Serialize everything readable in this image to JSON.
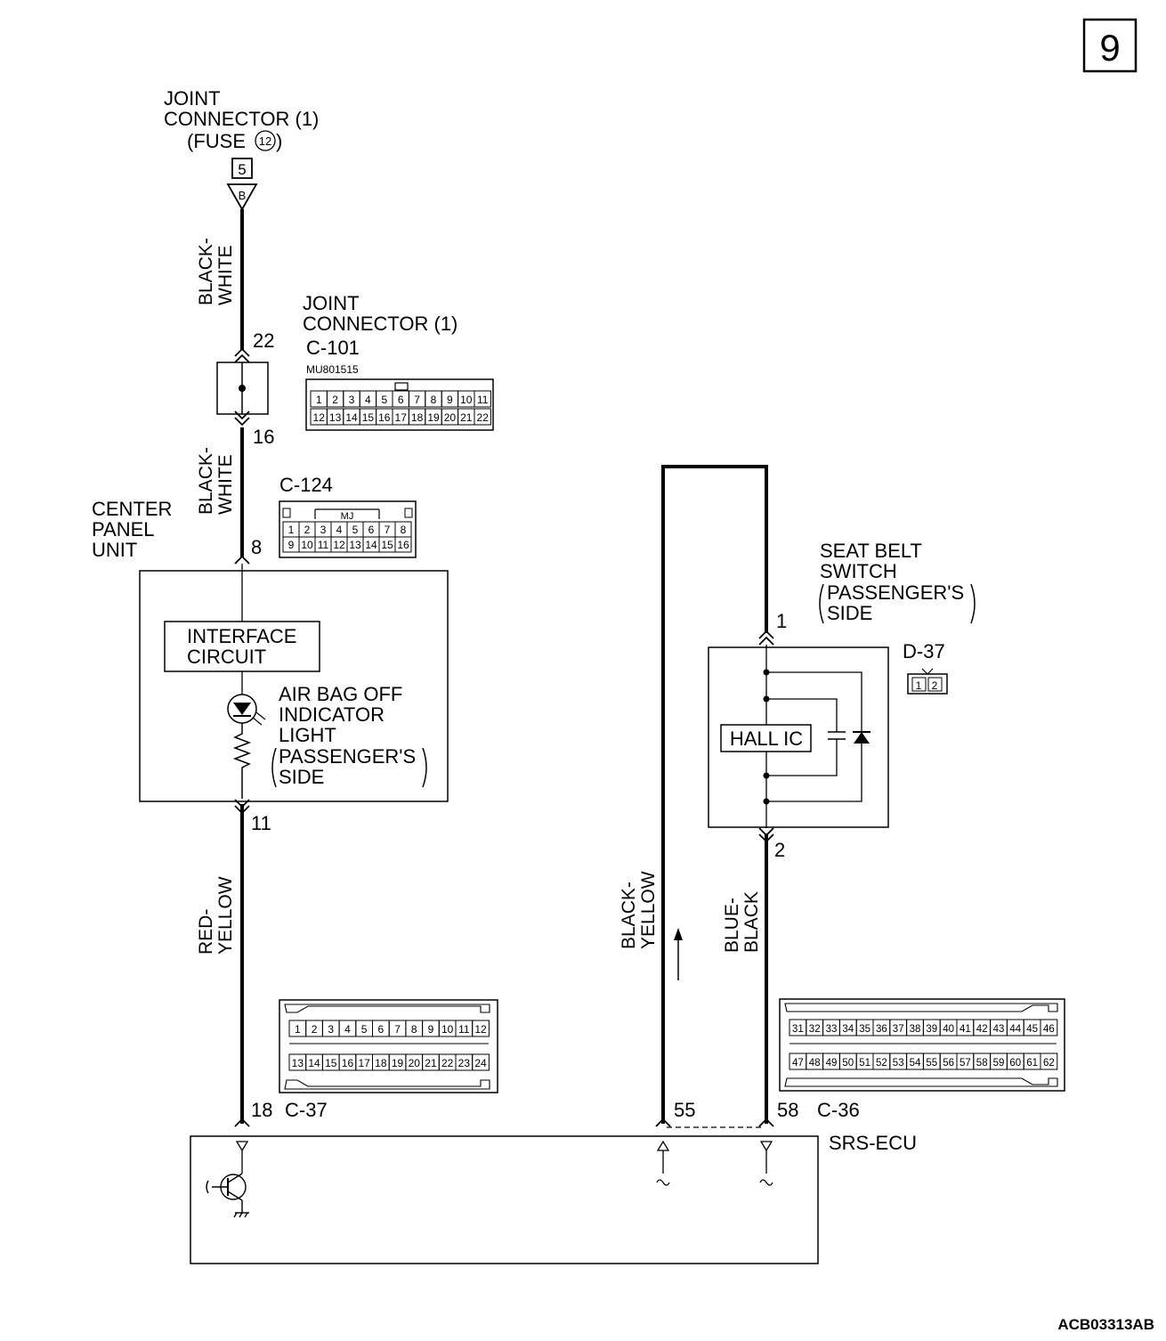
{
  "page_badge": "9",
  "figure_code": "ACB03313AB",
  "joint_connector_top": {
    "line1": "JOINT",
    "line2": "CONNECTOR (1)",
    "line3_prefix": "(FUSE ",
    "fuse_number": "12",
    "line3_suffix": ")",
    "terminal_box": "5",
    "terminal_tri": "B"
  },
  "joint_connector_c101": {
    "line1": "JOINT",
    "line2": "CONNECTOR (1)",
    "id": "C-101",
    "part_no": "MU801515",
    "pins_top": [
      "1",
      "2",
      "3",
      "4",
      "5",
      "6",
      "7",
      "8",
      "9",
      "10",
      "11"
    ],
    "pins_bottom": [
      "12",
      "13",
      "14",
      "15",
      "16",
      "17",
      "18",
      "19",
      "20",
      "21",
      "22"
    ]
  },
  "connector_c124": {
    "id": "C-124",
    "mark": "MJ",
    "pins_top": [
      "1",
      "2",
      "3",
      "4",
      "5",
      "6",
      "7",
      "8"
    ],
    "pins_bottom": [
      "9",
      "10",
      "11",
      "12",
      "13",
      "14",
      "15",
      "16"
    ]
  },
  "connector_c37": {
    "id": "C-37",
    "pins_top": [
      "1",
      "2",
      "3",
      "4",
      "5",
      "6",
      "7",
      "8",
      "9",
      "10",
      "11",
      "12"
    ],
    "pins_bottom": [
      "13",
      "14",
      "15",
      "16",
      "17",
      "18",
      "19",
      "20",
      "21",
      "22",
      "23",
      "24"
    ]
  },
  "connector_c36": {
    "id": "C-36",
    "pins_top": [
      "31",
      "32",
      "33",
      "34",
      "35",
      "36",
      "37",
      "38",
      "39",
      "40",
      "41",
      "42",
      "43",
      "44",
      "45",
      "46"
    ],
    "pins_bottom": [
      "47",
      "48",
      "49",
      "50",
      "51",
      "52",
      "53",
      "54",
      "55",
      "56",
      "57",
      "58",
      "59",
      "60",
      "61",
      "62"
    ]
  },
  "connector_d37": {
    "id": "D-37",
    "pins": [
      "1",
      "2"
    ]
  },
  "wires": {
    "top_wire": [
      "BLACK-",
      "WHITE"
    ],
    "mid_wire": [
      "BLACK-",
      "WHITE"
    ],
    "left_lower": [
      "RED-",
      "YELLOW"
    ],
    "mid_lower": [
      "BLACK-",
      "YELLOW"
    ],
    "right_lower": [
      "BLUE-",
      "BLACK"
    ]
  },
  "pin_numbers": {
    "p22": "22",
    "p16": "16",
    "p8": "8",
    "p11": "11",
    "p18": "18",
    "p1": "1",
    "p2": "2",
    "p55": "55",
    "p58": "58"
  },
  "center_panel_unit": {
    "line1": "CENTER",
    "line2": "PANEL",
    "line3": "UNIT",
    "interface_circuit": [
      "INTERFACE",
      "CIRCUIT"
    ],
    "airbag_label": [
      "AIR BAG OFF",
      "INDICATOR",
      "LIGHT",
      "PASSENGER'S",
      "SIDE"
    ]
  },
  "seat_belt_switch": {
    "lines": [
      "SEAT BELT",
      "SWITCH",
      "PASSENGER'S",
      "SIDE"
    ],
    "hall_ic": "HALL IC"
  },
  "srs_ecu": {
    "label": "SRS-ECU"
  }
}
